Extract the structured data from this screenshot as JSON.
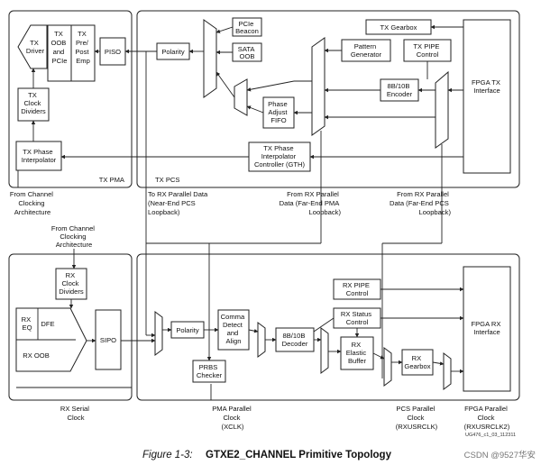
{
  "figure": {
    "caption_label": "Figure 1-3:",
    "caption_title": "GTXE2_CHANNEL Primitive Topology",
    "doc_code": "UG476_c1_03_112311",
    "watermark": "CSDN @9527华安"
  },
  "tx": {
    "pma_title": "TX PMA",
    "pcs_title": "TX PCS",
    "driver": [
      "TX",
      "Driver"
    ],
    "oob_pcie": [
      "TX",
      "OOB",
      "and",
      "PCIe"
    ],
    "pre_post_emp": [
      "TX",
      "Pre/",
      "Post",
      "Emp"
    ],
    "piso": "PISO",
    "clock_dividers": [
      "TX",
      "Clock",
      "Dividers"
    ],
    "phase_interpolator": [
      "TX Phase",
      "Interpolator"
    ],
    "polarity": "Polarity",
    "pcie_beacon": [
      "PCIe",
      "Beacon"
    ],
    "sata_oob": [
      "SATA",
      "OOB"
    ],
    "gearbox": "TX Gearbox",
    "pattern_generator": [
      "Pattern",
      "Generator"
    ],
    "pipe_control": [
      "TX PIPE",
      "Control"
    ],
    "encoder": [
      "8B/10B",
      "Encoder"
    ],
    "phase_adjust_fifo": [
      "Phase",
      "Adjust",
      "FIFO"
    ],
    "pi_controller": [
      "TX Phase",
      "Interpolator",
      "Controller (GTH)"
    ],
    "fpga_interface": [
      "FPGA TX",
      "Interface"
    ]
  },
  "mid_labels": {
    "from_channel_clocking_tx": [
      "From Channel",
      "Clocking",
      "Architecture"
    ],
    "to_rx_parallel": [
      "To RX Parallel Data",
      "(Near-End PCS",
      "Loopback)"
    ],
    "from_rx_parallel_pma": [
      "From RX Parallel",
      "Data (Far-End PMA",
      "Loopback)"
    ],
    "from_rx_parallel_pcs": [
      "From RX Parallel",
      "Data (Far-End PCS",
      "Loopback)"
    ],
    "from_channel_clocking_rx": [
      "From Channel",
      "Clocking",
      "Architecture"
    ]
  },
  "rx": {
    "clock_dividers": [
      "RX",
      "Clock",
      "Dividers"
    ],
    "eq": [
      "RX",
      "EQ"
    ],
    "dfe": "DFE",
    "oob": "RX OOB",
    "sipo": "SIPO",
    "polarity": "Polarity",
    "comma_detect": [
      "Comma",
      "Detect",
      "and",
      "Align"
    ],
    "prbs_checker": [
      "PRBS",
      "Checker"
    ],
    "decoder": [
      "8B/10B",
      "Decoder"
    ],
    "pipe_control": [
      "RX PIPE",
      "Control"
    ],
    "status_control": [
      "RX Status",
      "Control"
    ],
    "elastic_buffer": [
      "RX",
      "Elastic",
      "Buffer"
    ],
    "gearbox": [
      "RX",
      "Gearbox"
    ],
    "fpga_interface": [
      "FPGA RX",
      "Interface"
    ]
  },
  "bottom_labels": {
    "serial_clock": [
      "RX Serial",
      "Clock"
    ],
    "pma_parallel_clock": [
      "PMA Parallel",
      "Clock",
      "(XCLK)"
    ],
    "pcs_parallel_clock": [
      "PCS Parallel",
      "Clock",
      "(RXUSRCLK)"
    ],
    "fpga_parallel_clock": [
      "FPGA Parallel",
      "Clock",
      "(RXUSRCLK2)"
    ]
  }
}
